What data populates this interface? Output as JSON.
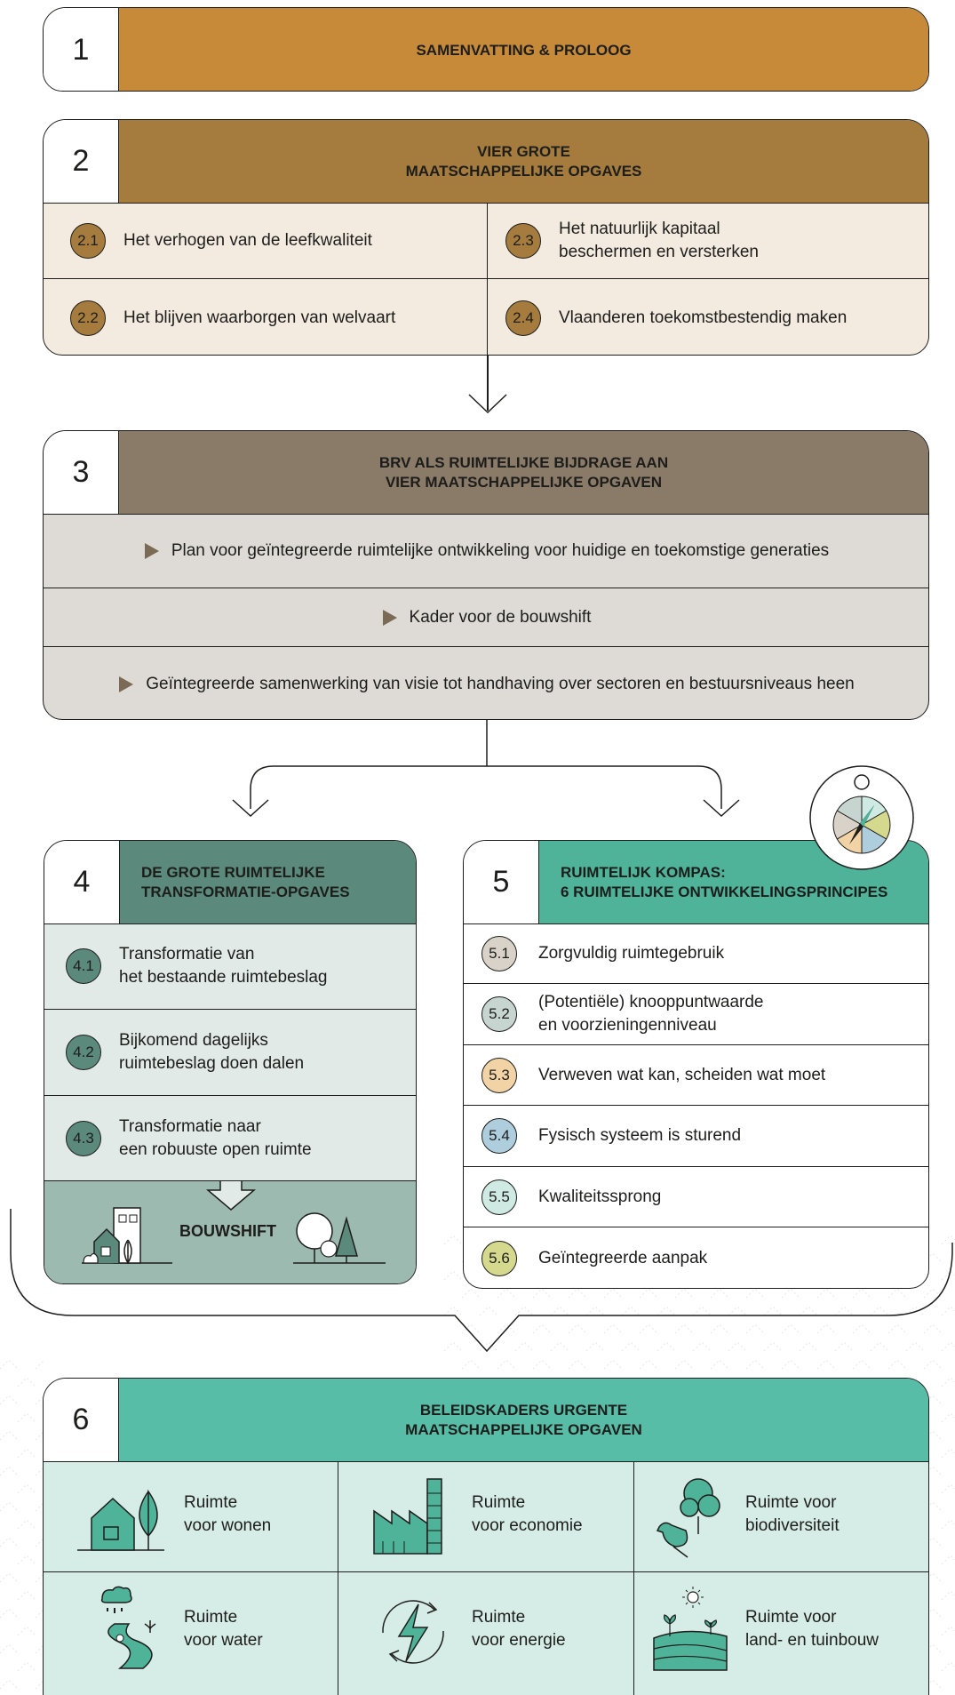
{
  "box1": {
    "num": "1",
    "title": "SAMENVATTING & PROLOOG"
  },
  "box2": {
    "num": "2",
    "title": "VIER GROTE\nMAATSCHAPPELIJKE OPGAVES",
    "items": [
      {
        "badge": "2.1",
        "text": "Het verhogen van de leefkwaliteit"
      },
      {
        "badge": "2.3",
        "text": "Het natuurlijk kapitaal\nbeschermen en versterken"
      },
      {
        "badge": "2.2",
        "text": "Het blijven waarborgen van welvaart"
      },
      {
        "badge": "2.4",
        "text": "Vlaanderen toekomstbestendig maken"
      }
    ]
  },
  "box3": {
    "num": "3",
    "title": "BRV ALS RUIMTELIJKE BIJDRAGE AAN\nVIER MAATSCHAPPELIJKE OPGAVEN",
    "items": [
      "Plan voor geïntegreerde ruimtelijke ontwikkeling voor huidige en toekomstige generaties",
      "Kader voor de bouwshift",
      "Geïntegreerde samenwerking van visie tot handhaving over sectoren en bestuursniveaus heen"
    ]
  },
  "box4": {
    "num": "4",
    "title": "DE GROTE RUIMTELIJKE\nTRANSFORMATIE-OPGAVES",
    "items": [
      {
        "badge": "4.1",
        "text": "Transformatie van\nhet bestaande ruimtebeslag"
      },
      {
        "badge": "4.2",
        "text": "Bijkomend dagelijks\nruimtebeslag doen dalen"
      },
      {
        "badge": "4.3",
        "text": "Transformatie naar\neen robuuste open ruimte"
      }
    ],
    "footer": "BOUWSHIFT"
  },
  "box5": {
    "num": "5",
    "title": "RUIMTELIJK KOMPAS:\n6 RUIMTELIJKE ONTWIKKELINGSPRINCIPES",
    "items": [
      {
        "badge": "5.1",
        "text": "Zorgvuldig ruimtegebruik",
        "color": "#d9d2c8"
      },
      {
        "badge": "5.2",
        "text": "(Potentiële) knooppuntwaarde\nen voorzieningenniveau",
        "color": "#c7d5d1"
      },
      {
        "badge": "5.3",
        "text": "Verweven wat kan, scheiden wat moet",
        "color": "#f2d3a6"
      },
      {
        "badge": "5.4",
        "text": "Fysisch systeem is sturend",
        "color": "#aecddd"
      },
      {
        "badge": "5.5",
        "text": "Kwaliteitssprong",
        "color": "#cfe9e3"
      },
      {
        "badge": "5.6",
        "text": "Geïntegreerde aanpak",
        "color": "#d4d98e"
      }
    ]
  },
  "box6": {
    "num": "6",
    "title": "BELEIDSKADERS URGENTE\nMAATSCHAPPELIJKE OPGAVEN",
    "items": [
      {
        "icon": "house-tree-icon",
        "text": "Ruimte\nvoor wonen"
      },
      {
        "icon": "factory-icon",
        "text": "Ruimte\nvoor economie"
      },
      {
        "icon": "bird-tree-icon",
        "text": "Ruimte voor\nbiodiversiteit"
      },
      {
        "icon": "water-river-icon",
        "text": "Ruimte\nvoor water"
      },
      {
        "icon": "lightning-cycle-icon",
        "text": "Ruimte\nvoor energie"
      },
      {
        "icon": "sun-fields-icon",
        "text": "Ruimte voor\nland- en tuinbouw"
      }
    ]
  },
  "colors": {
    "orange": "#c68a38",
    "brown": "#a57c3e",
    "taupe": "#8a7a68",
    "teal_dark": "#5b8a7d",
    "teal": "#4fb39a",
    "teal_light": "#58bda6"
  }
}
